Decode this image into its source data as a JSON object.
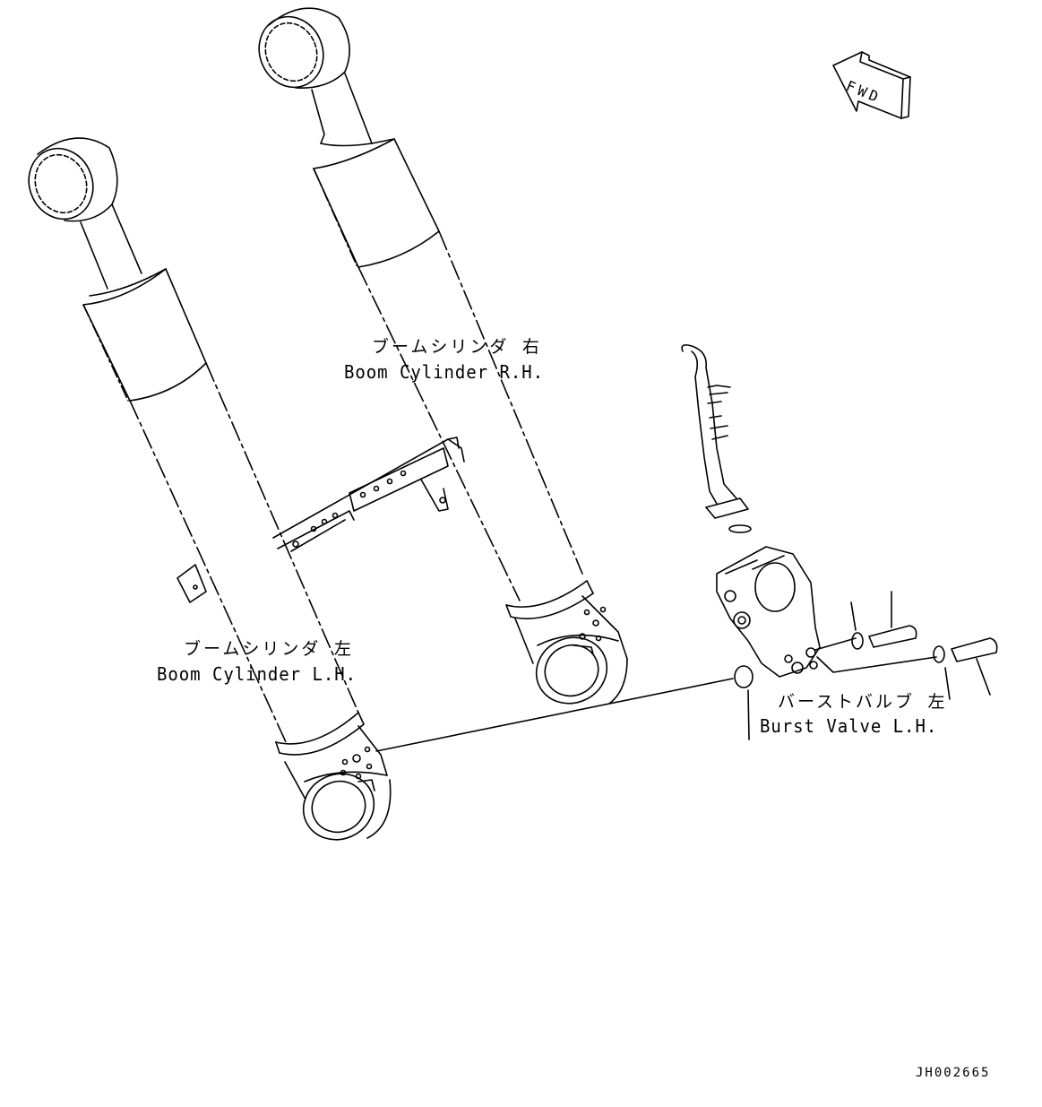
{
  "figure": {
    "code": "JH002665",
    "fwd_marker": "FWD"
  },
  "labels": {
    "boom_cylinder_rh": {
      "jp": "ブームシリンダ 右",
      "en": "Boom Cylinder R.H."
    },
    "boom_cylinder_lh": {
      "jp": "ブームシリンダ 左",
      "en": "Boom Cylinder L.H."
    },
    "burst_valve_lh": {
      "jp": "バーストバルブ 左",
      "en": "Burst Valve L.H."
    }
  },
  "icons": [
    "fwd-arrow-icon"
  ],
  "colors": {
    "line": "#000000",
    "background": "#ffffff"
  }
}
